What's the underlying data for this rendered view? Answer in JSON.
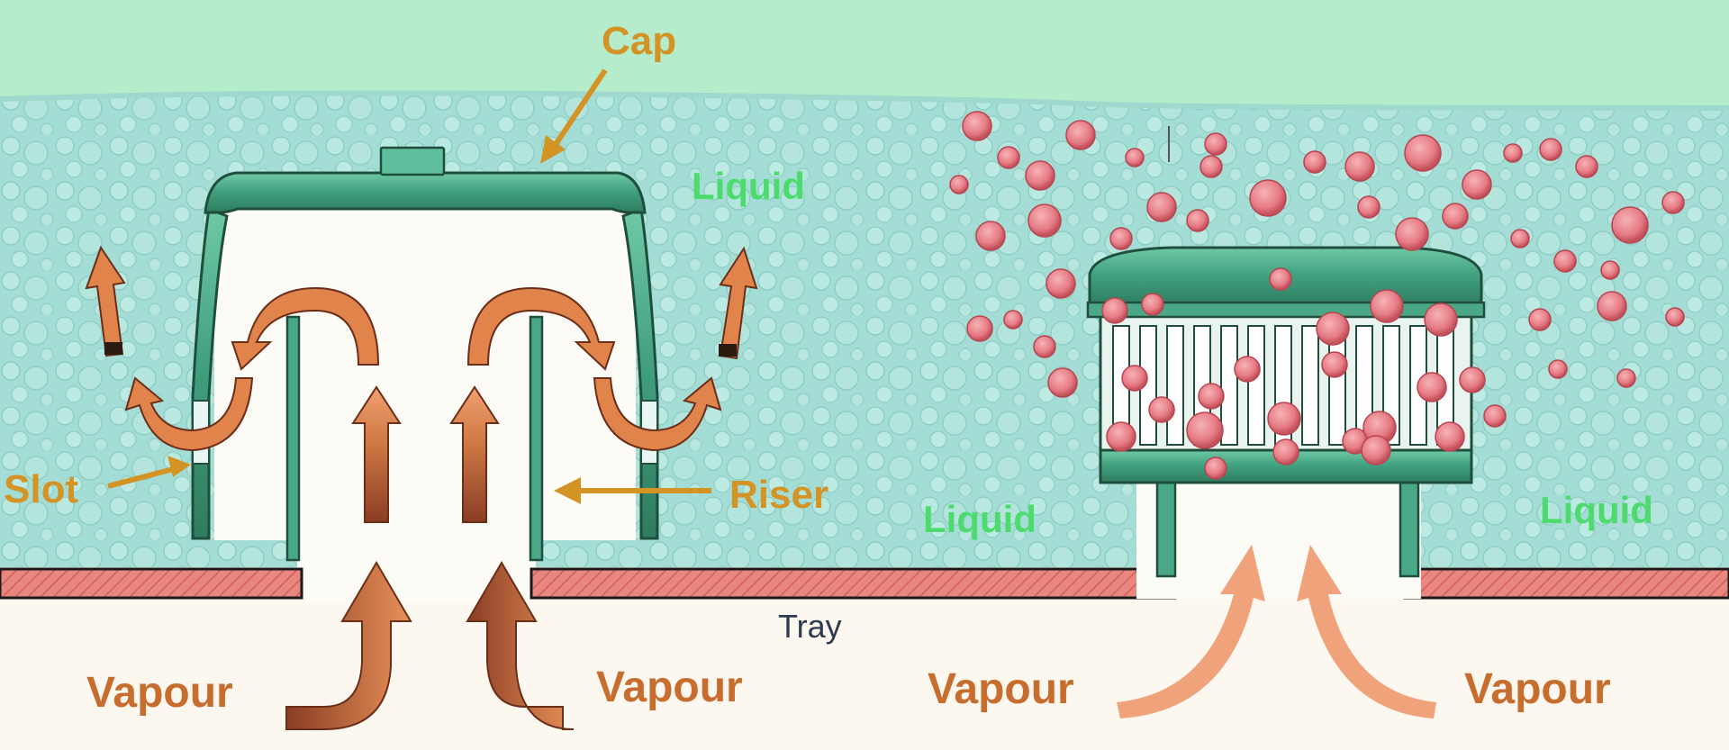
{
  "labels": {
    "cap": "Cap",
    "liquid_top": "Liquid",
    "slot": "Slot",
    "riser": "Riser",
    "liquid_mid": "Liquid",
    "liquid_right": "Liquid",
    "tray": "Tray",
    "vapour_1": "Vapour",
    "vapour_2": "Vapour",
    "vapour_3": "Vapour",
    "vapour_4": "Vapour"
  },
  "colors": {
    "sky": "#b5eccb",
    "liquid": "#a4ddd6",
    "cap_green": "#3f9e7e",
    "cap_dark": "#1f4f3c",
    "tray_red": "#e88680",
    "arrow_orange": "#e89158",
    "arrow_brown": "#8a3d24",
    "bubble_pink": "#e67b84",
    "vapour_text": "#c76d2e",
    "callout_gold": "#d49425",
    "liquid_text": "#4ddb6e"
  }
}
